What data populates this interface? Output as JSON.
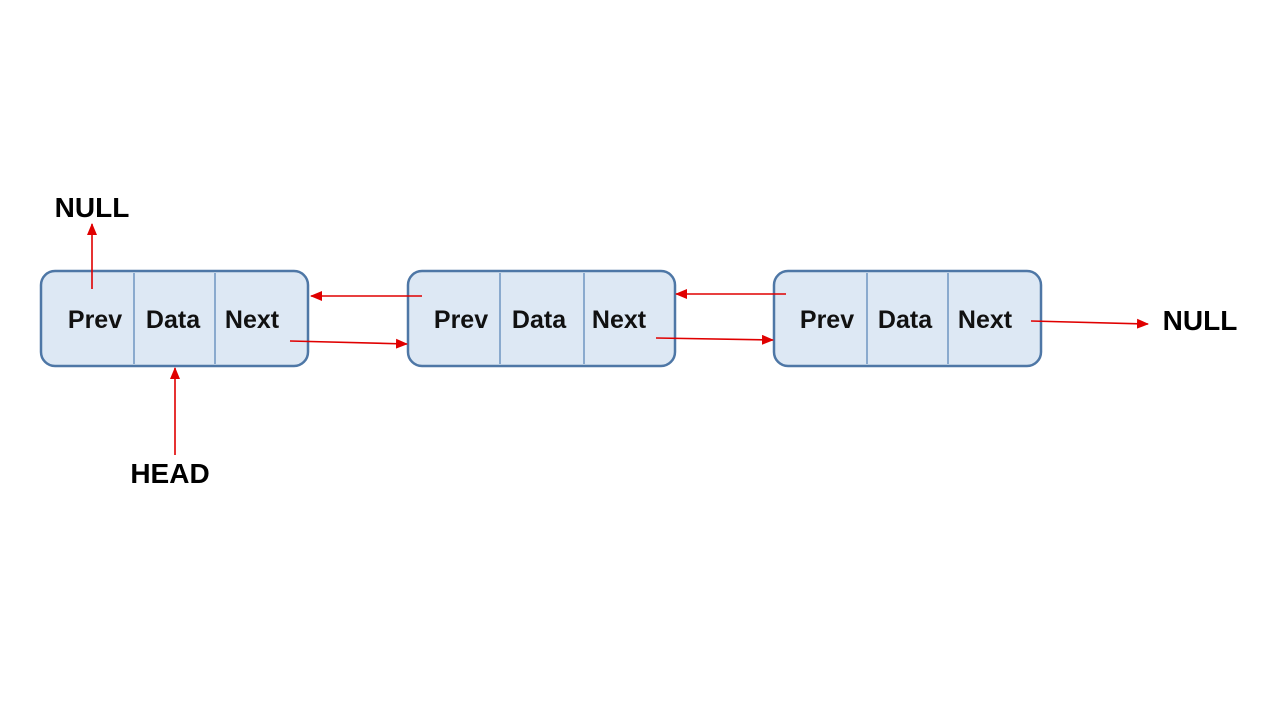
{
  "colors": {
    "node_fill": "#dde8f4",
    "node_border": "#4e77a6",
    "divider": "#6f95c2",
    "arrow": "#e00000",
    "text": "#111111"
  },
  "labels": {
    "null_top": "NULL",
    "null_right": "NULL",
    "head": "HEAD"
  },
  "nodes": [
    {
      "prev": "Prev",
      "data": "Data",
      "next": "Next"
    },
    {
      "prev": "Prev",
      "data": "Data",
      "next": "Next"
    },
    {
      "prev": "Prev",
      "data": "Data",
      "next": "Next"
    }
  ]
}
